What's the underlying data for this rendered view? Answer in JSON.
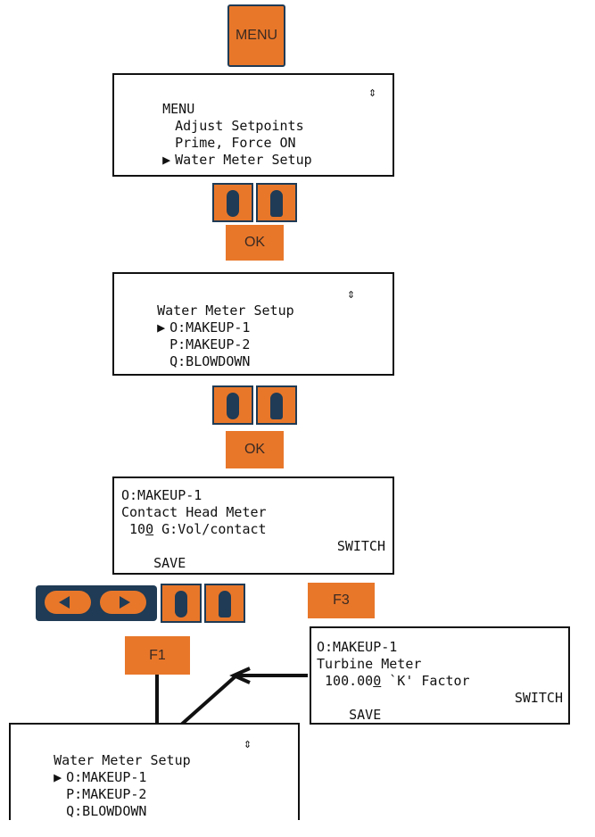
{
  "buttons": {
    "menu": "MENU",
    "ok": "OK",
    "f1": "F1",
    "f3": "F3"
  },
  "screen1": {
    "title": "MENU",
    "scroll": "⇕",
    "items": [
      "Adjust Setpoints",
      "Prime, Force ON",
      "Water Meter Setup"
    ],
    "selected_marker": "▶"
  },
  "screen2": {
    "title": "Water Meter Setup",
    "scroll": "⇕",
    "items": [
      "O:MAKEUP-1",
      "P:MAKEUP-2",
      "Q:BLOWDOWN"
    ],
    "selected_marker": "▶"
  },
  "screen3": {
    "line1": "O:MAKEUP-1",
    "line2": "Contact Head Meter",
    "line3_pre": " 10",
    "line3_cursor": "0",
    "line3_post": " G:Vol/contact",
    "soft_left": "SAVE",
    "soft_right": "SWITCH"
  },
  "screen4": {
    "line1": "O:MAKEUP-1",
    "line2": "Turbine Meter",
    "line3_pre": " 100.00",
    "line3_cursor": "0",
    "line3_post": " `K' Factor",
    "soft_left": "SAVE",
    "soft_right": "SWITCH"
  },
  "screen5": {
    "title": "Water Meter Setup",
    "scroll": "⇕",
    "items": [
      "O:MAKEUP-1",
      "P:MAKEUP-2",
      "Q:BLOWDOWN"
    ],
    "selected_marker": "▶"
  },
  "colors": {
    "button_orange": "#e8772a",
    "button_dark": "#1f3b55",
    "lcd_border": "#111111"
  },
  "icons": {
    "nav_up_down": "up-down-arrow-keys",
    "nav_left_right": "left-right-arrow-keys"
  }
}
